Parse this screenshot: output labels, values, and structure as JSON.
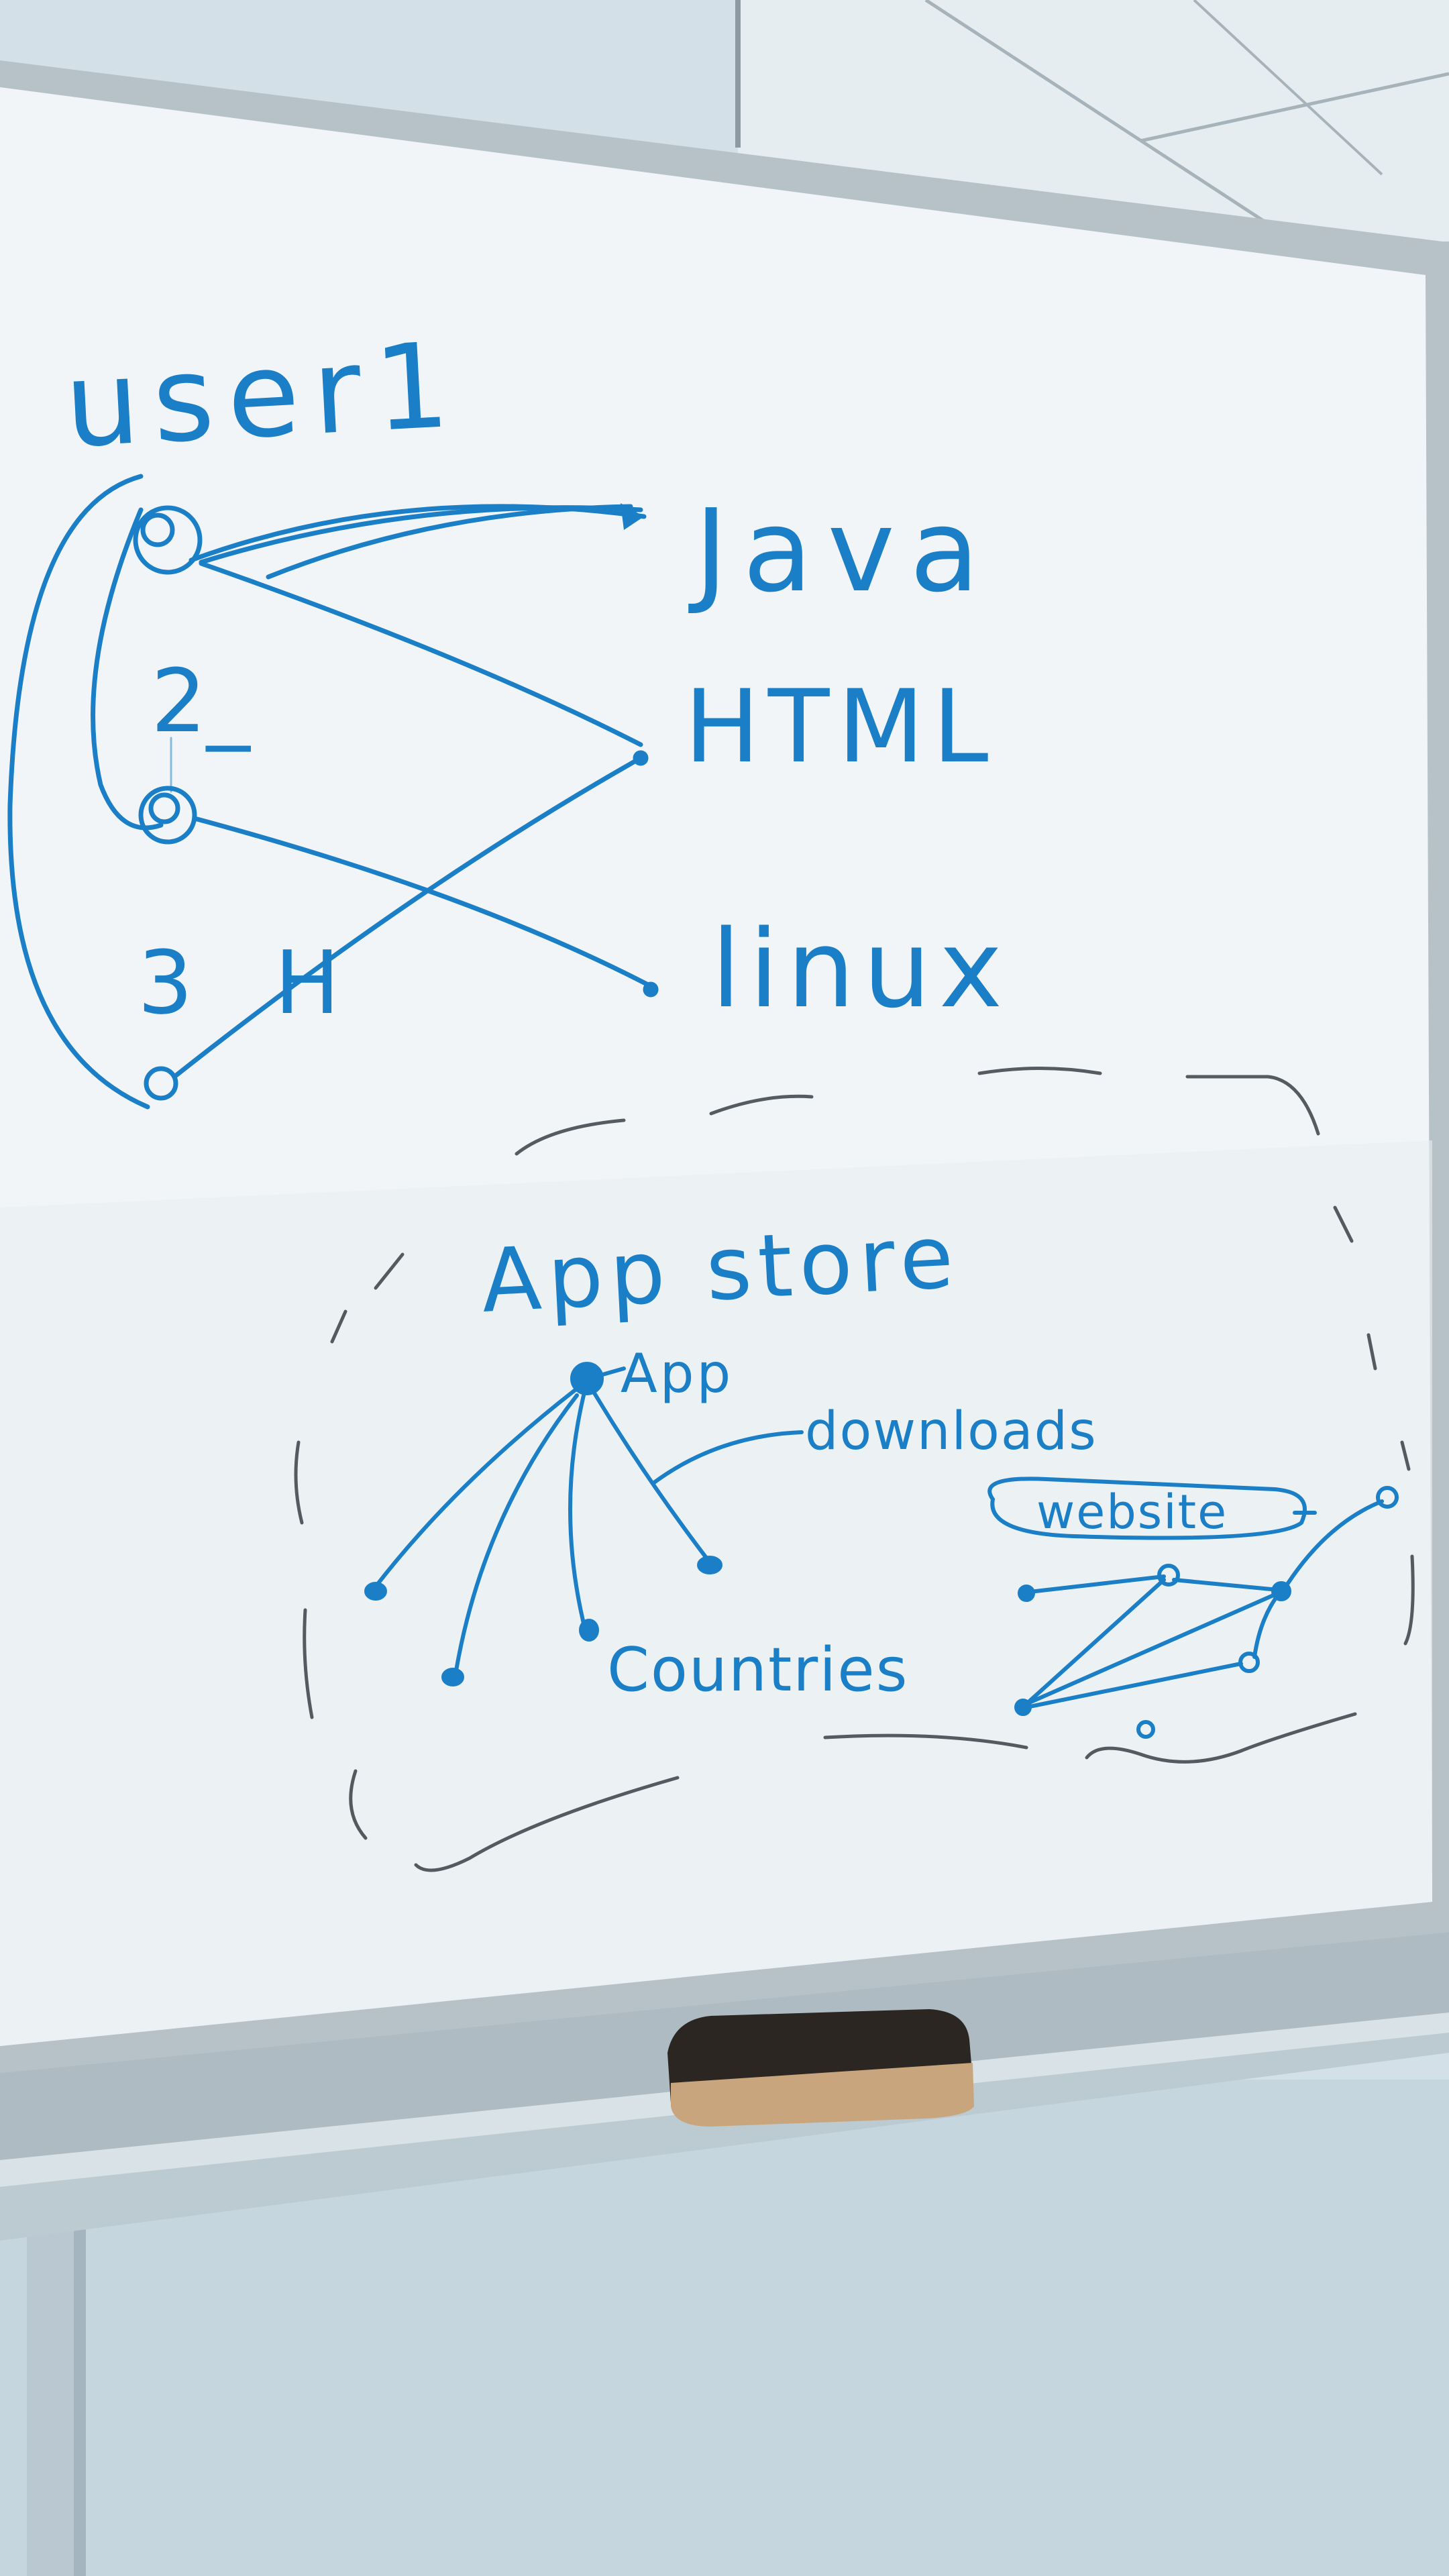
{
  "scene": {
    "colors": {
      "wall": "#d7e3ea",
      "wall_lower": "#c9d8e1",
      "ceiling": "#e4ecf1",
      "board_surface": "#f2f6f8",
      "frame": "#b8c3c9",
      "ink_blue": "#1a7fc6",
      "ink_faint": "#3a3f45",
      "eraser_top": "#2b2622",
      "eraser_felt": "#c9a57d"
    },
    "objects": [
      "whiteboard",
      "eraser",
      "ceiling-tiles",
      "board-stand"
    ]
  },
  "whiteboard": {
    "user_heading": "user1",
    "targets": {
      "java": "Java",
      "html": "HTML",
      "linux": "linux"
    },
    "node_marks": {
      "mark_2": "2_",
      "mark_3": "3 H"
    },
    "app_store": {
      "title": "App store",
      "app_label": "App",
      "downloads_label": "downloads",
      "countries_label": "Countries",
      "website_label": "website"
    }
  }
}
